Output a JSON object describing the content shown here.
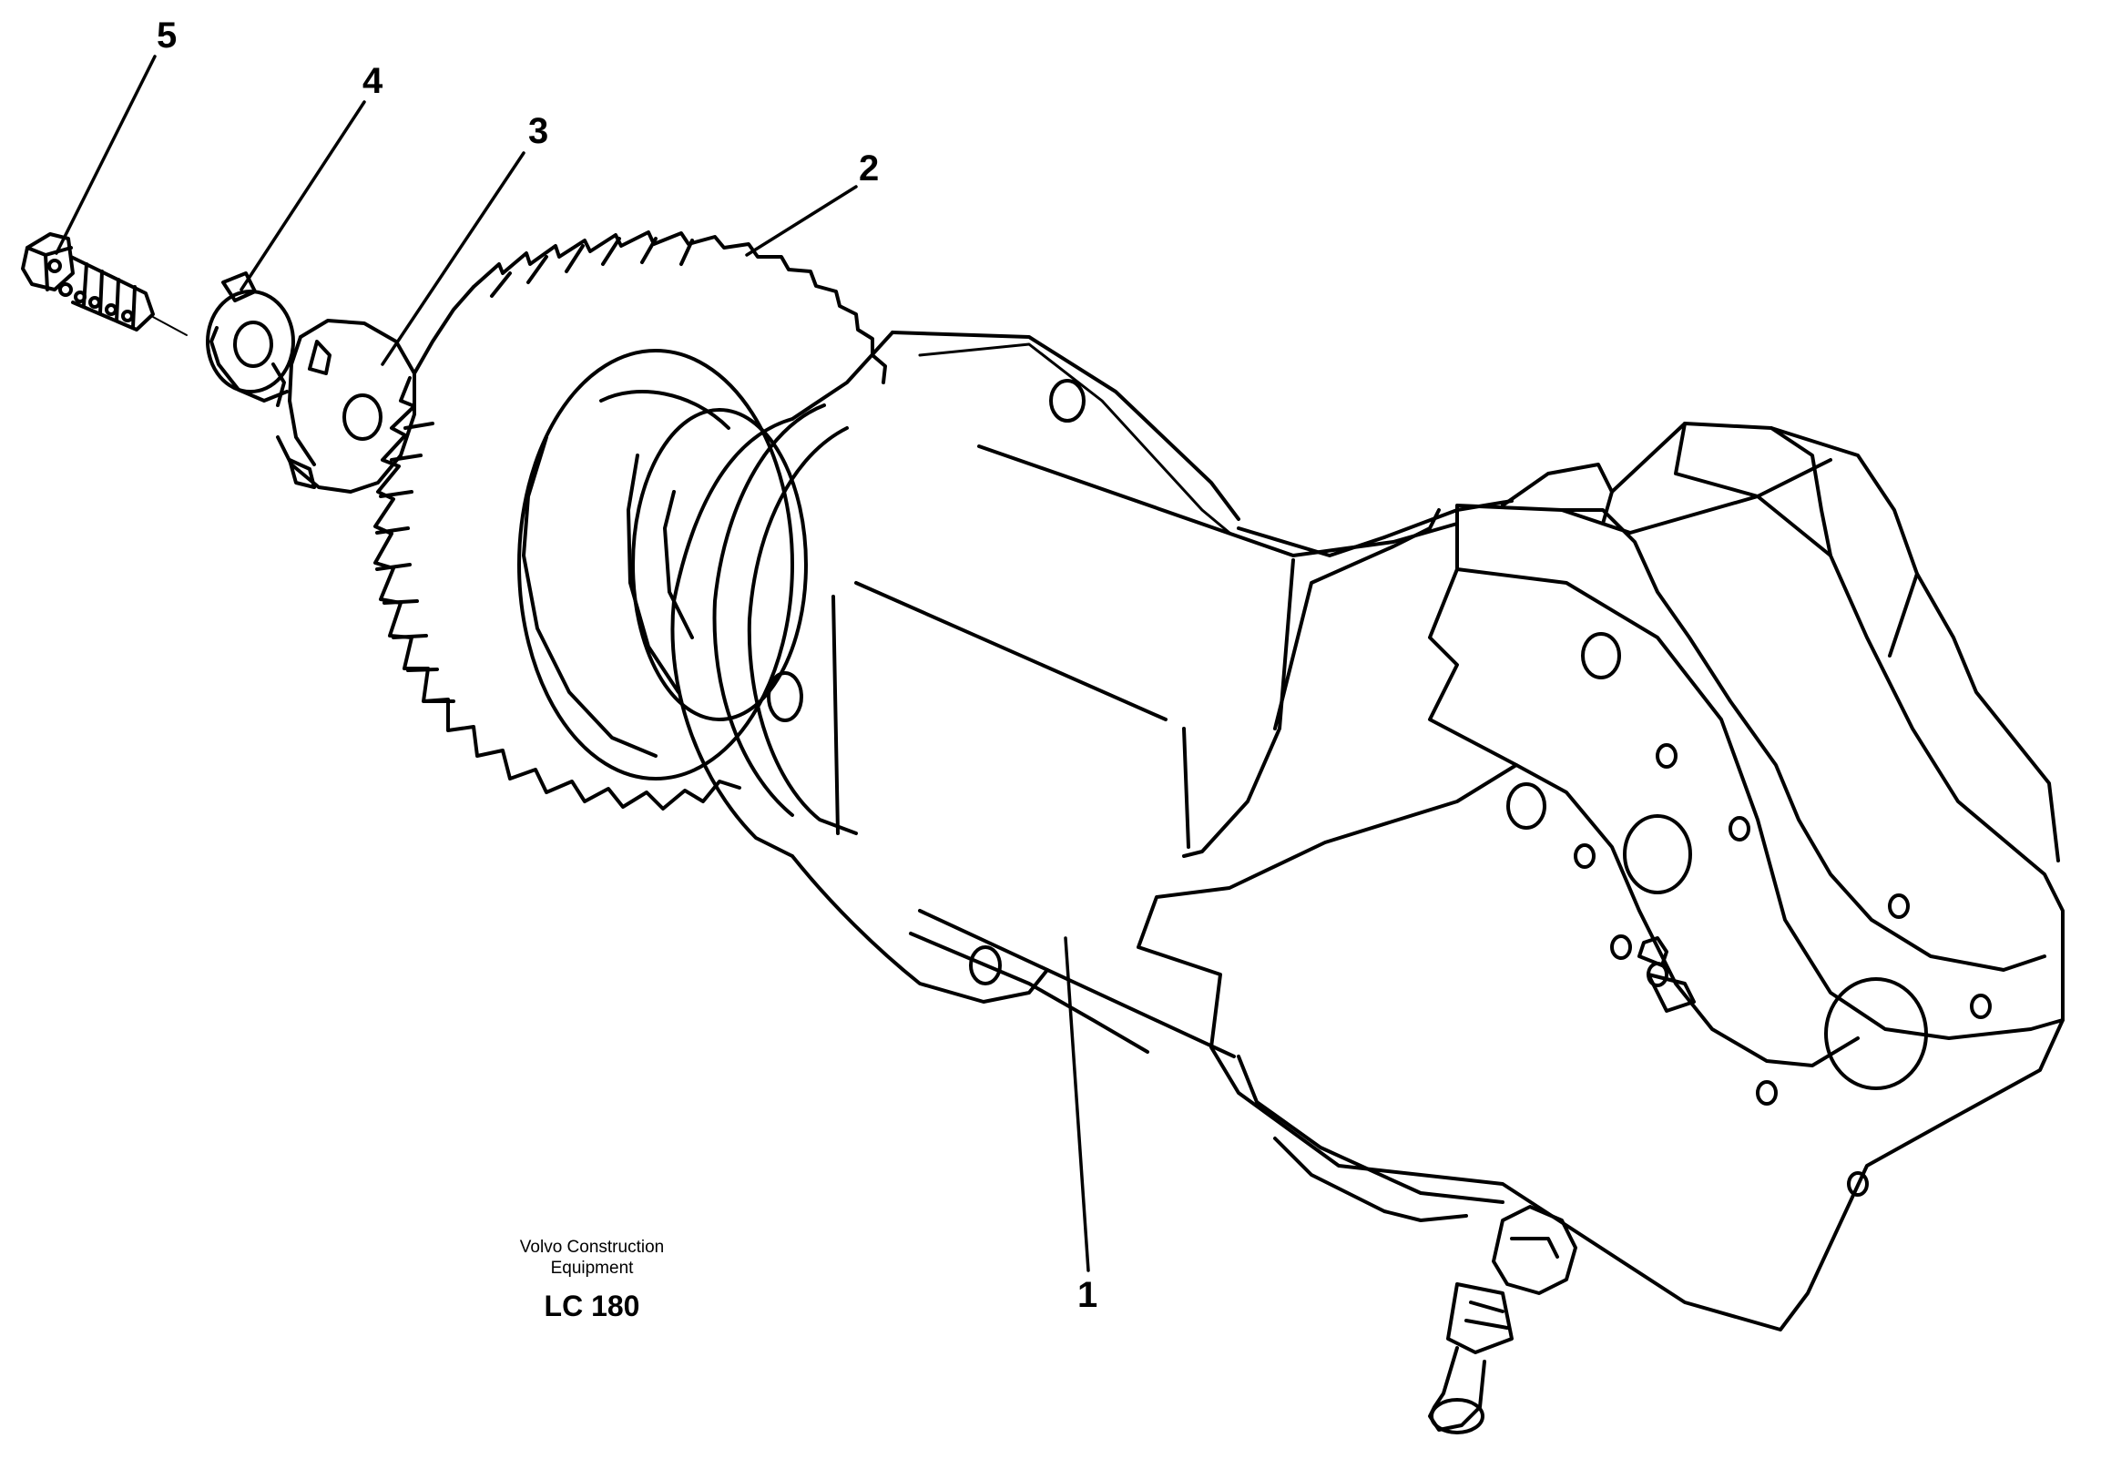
{
  "diagram": {
    "callouts": [
      {
        "id": "1",
        "label": "1"
      },
      {
        "id": "2",
        "label": "2"
      },
      {
        "id": "3",
        "label": "3"
      },
      {
        "id": "4",
        "label": "4"
      },
      {
        "id": "5",
        "label": "5"
      }
    ],
    "caption": {
      "line1": "Volvo Construction",
      "line2": "Equipment",
      "model": "LC 180"
    }
  }
}
